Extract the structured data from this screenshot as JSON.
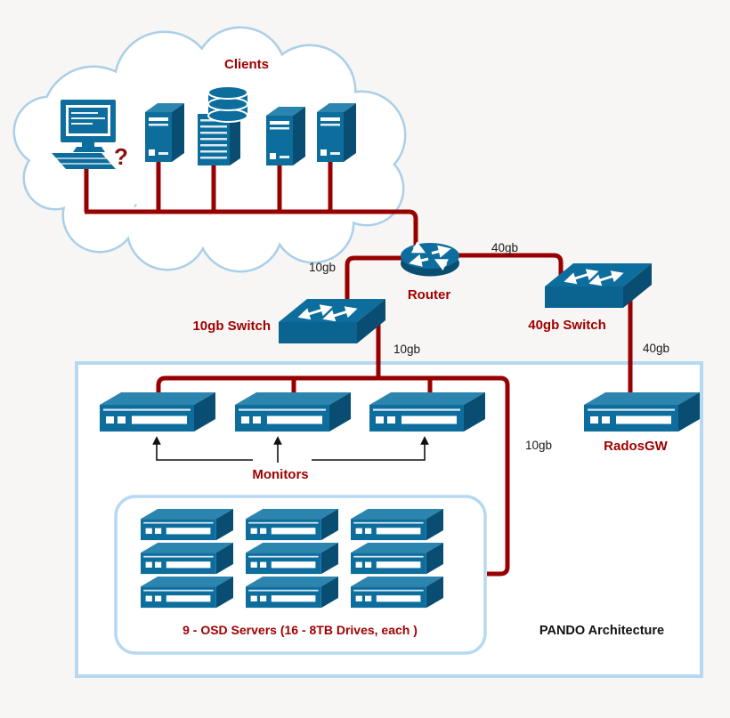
{
  "colors": {
    "background": "#f7f6f4",
    "device_fill": "#0d6e9e",
    "device_side": "#094e72",
    "device_top": "#2c85ae",
    "connection_red": "#980000",
    "label_red": "#a00000",
    "cloud_border": "#aacfe8",
    "container_border": "#b5d9f2",
    "link_text": "#1a1a1a"
  },
  "cloud": {
    "label": "Clients",
    "question_mark": "?",
    "devices": [
      "desktop-computer",
      "tower-server",
      "database-server",
      "tower-server",
      "tower-server"
    ]
  },
  "nodes": {
    "router": {
      "label": "Router"
    },
    "switch_10gb": {
      "label": "10gb Switch"
    },
    "switch_40gb": {
      "label": "40gb Switch"
    },
    "monitors": {
      "label": "Monitors",
      "count": 3
    },
    "radosgw": {
      "label": "RadosGW"
    },
    "osd_servers": {
      "label": "9 - OSD Servers  (16 - 8TB Drives, each )",
      "count": 9
    }
  },
  "links": [
    {
      "from": "clients",
      "to": "router"
    },
    {
      "from": "router",
      "to": "switch_10gb",
      "label": "10gb"
    },
    {
      "from": "router",
      "to": "switch_40gb",
      "label": "40gb"
    },
    {
      "from": "switch_10gb",
      "to": "monitors",
      "label": "10gb"
    },
    {
      "from": "switch_10gb",
      "to": "osd_servers",
      "label": "10gb"
    },
    {
      "from": "switch_40gb",
      "to": "radosgw",
      "label": "40gb"
    }
  ],
  "footer": {
    "architecture_label": "PANDO Architecture"
  }
}
